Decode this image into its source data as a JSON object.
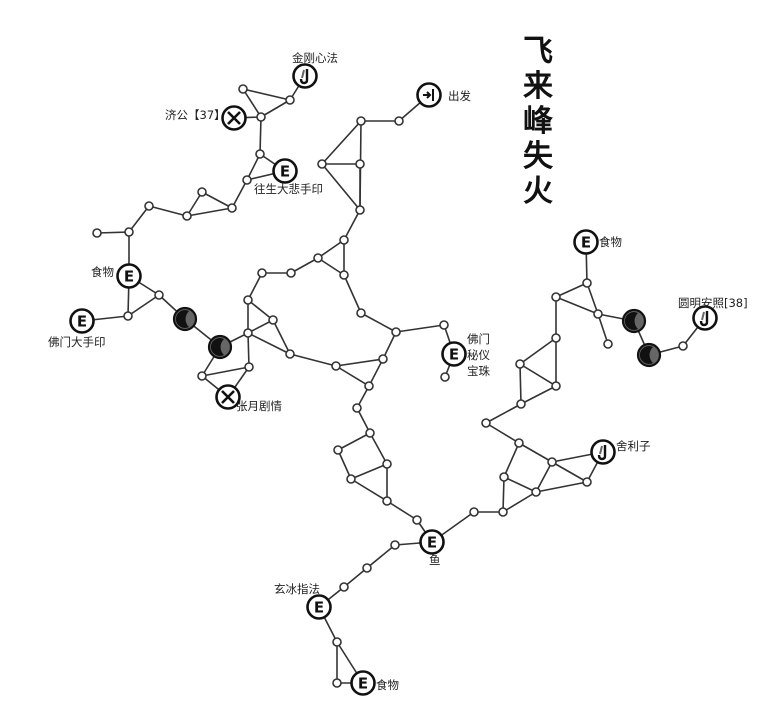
{
  "map": {
    "title": "飞来峰失火"
  },
  "labels": {
    "jingang_xinfa": "金刚心法",
    "start": "出发",
    "jigong": "济公【37】",
    "wangsheng_dabei": "往生大悲手印",
    "food_left": "食物",
    "fomen_dashouyin": "佛门大手印",
    "zhangyue_juqing": "张月剧情",
    "fomen_mibao_1": "佛门",
    "fomen_mibao_2": "秘仪",
    "fomen_mibao_3": "宝珠",
    "food_right": "食物",
    "yuanming_anzhao": "圆明安照[38]",
    "shelizi": "舍利子",
    "fish": "鱼",
    "xuanbing_zhifa": "玄冰指法",
    "food_bottom": "食物"
  },
  "icons": [
    "tool-marker-icon",
    "exit-marker-icon",
    "cross-marker-icon",
    "event-marker-icon",
    "moon-marker-icon"
  ]
}
